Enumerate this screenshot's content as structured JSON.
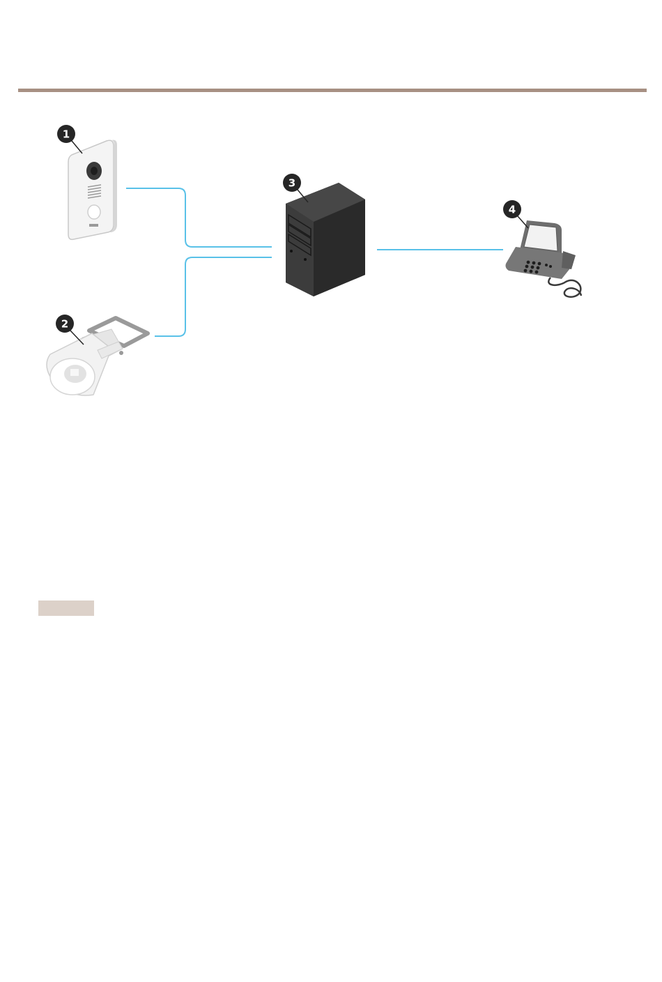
{
  "colors": {
    "rule": "#a79083",
    "link": "#59c1e8",
    "badge": "#262626",
    "note_tag": "#dcd1c9",
    "server": "#333333",
    "device_light": "#f2f2f2",
    "device_gray": "#6e6e6e"
  },
  "diagram": {
    "callouts": [
      {
        "label": "1",
        "icon": "door-station-icon"
      },
      {
        "label": "2",
        "icon": "horn-speaker-icon"
      },
      {
        "label": "3",
        "icon": "server-icon"
      },
      {
        "label": "4",
        "icon": "ip-phone-icon"
      }
    ]
  }
}
